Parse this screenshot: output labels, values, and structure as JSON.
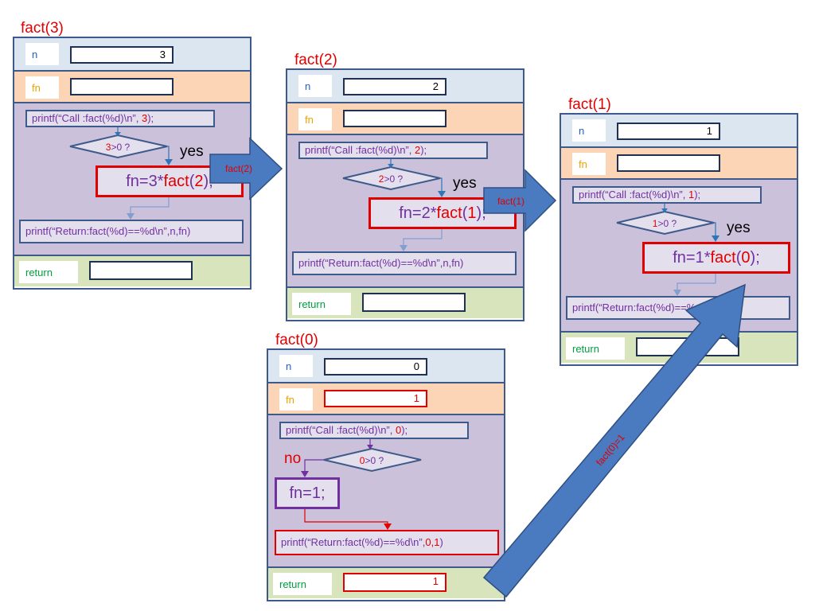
{
  "labels": {
    "n": "n",
    "fn": "fn",
    "ret": "return",
    "yes": "yes",
    "no": "no"
  },
  "frames": [
    {
      "title": "fact(3)",
      "n": "3",
      "fn": "",
      "ret": "",
      "call_pre": "printf(“Call   :fact(%d)\\n”, ",
      "call_arg": "3",
      "call_post": ");",
      "cond_arg": "3",
      "cond_post": ">0 ?",
      "assign_pre": "fn=3*",
      "assign_fn": "fact",
      "assign_open": "(",
      "assign_arg": "2",
      "assign_close": ");",
      "ret_code": "printf(“Return:fact(%d)==%d\\n”,n,fn)"
    },
    {
      "title": "fact(2)",
      "n": "2",
      "fn": "",
      "ret": "",
      "call_pre": "printf(“Call   :fact(%d)\\n”, ",
      "call_arg": "2",
      "call_post": ");",
      "cond_arg": "2",
      "cond_post": ">0 ?",
      "assign_pre": "fn=2*",
      "assign_fn": "fact",
      "assign_open": "(",
      "assign_arg": "1",
      "assign_close": ");",
      "ret_code": "printf(“Return:fact(%d)==%d\\n”,n,fn)"
    },
    {
      "title": "fact(1)",
      "n": "1",
      "fn": "",
      "ret": "",
      "call_pre": "printf(“Call   :fact(%d)\\n”, ",
      "call_arg": "1",
      "call_post": ");",
      "cond_arg": "1",
      "cond_post": ">0 ?",
      "assign_pre": "fn=1*",
      "assign_fn": "fact",
      "assign_open": "(",
      "assign_arg": "0",
      "assign_close": ");",
      "ret_code": "printf(“Return:fact(%d)==%d\\n”,n,fn)"
    },
    {
      "title": "fact(0)",
      "n": "0",
      "fn": "1",
      "ret": "1",
      "call_pre": "printf(“Call   :fact(%d)\\n”, ",
      "call_arg": "0",
      "call_post": ");",
      "cond_arg": "0",
      "cond_post": ">0 ?",
      "assign": "fn=1;",
      "ret_code_pre": "printf(“Return:fact(%d)==%d\\n”,",
      "ret_code_args": "0,1",
      "ret_code_post": ")"
    }
  ],
  "arrows": {
    "call1": "fact(2)",
    "call2": "fact(1)",
    "return0": "fact(0)=1"
  },
  "colors": {
    "arrow": "#4a7abf",
    "arrow_border": "#2f4f82",
    "red": "#e00000"
  }
}
